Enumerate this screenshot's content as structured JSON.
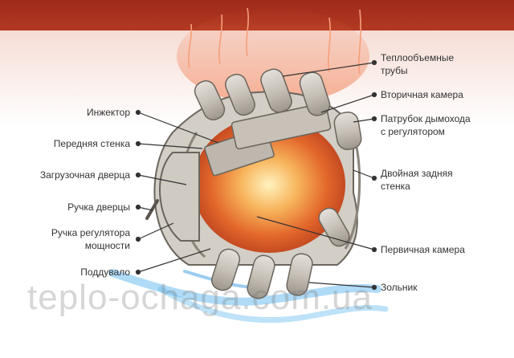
{
  "labels_left": [
    {
      "id": "injector",
      "lines": [
        "Инжектор"
      ]
    },
    {
      "id": "front-wall",
      "lines": [
        "Передняя стенка"
      ]
    },
    {
      "id": "loading-door",
      "lines": [
        "Загрузочная дверца"
      ]
    },
    {
      "id": "door-handle",
      "lines": [
        "Ручка дверцы"
      ]
    },
    {
      "id": "power-handle",
      "lines": [
        "Ручка регулятора",
        "мощности"
      ]
    },
    {
      "id": "ash-pan",
      "lines": [
        "Поддувало"
      ]
    }
  ],
  "labels_right": [
    {
      "id": "heat-pipes",
      "lines": [
        "Теплообъемные",
        "трубы"
      ]
    },
    {
      "id": "secondary-chamber",
      "lines": [
        "Вторичная камера"
      ]
    },
    {
      "id": "chimney-pipe",
      "lines": [
        "Патрубок дымохода",
        "с регулятором"
      ]
    },
    {
      "id": "double-back-wall",
      "lines": [
        "Двойная задняя",
        "стенка"
      ]
    },
    {
      "id": "primary-chamber",
      "lines": [
        "Первичная камера"
      ]
    },
    {
      "id": "grate",
      "lines": [
        "Зольник"
      ]
    }
  ],
  "watermark": "teplo-ochaga.com.ua",
  "colors": {
    "band": "#a8301e",
    "metal": "#c9c4bc",
    "fire": "#f08a3a",
    "cold_air": "#7fc4ee"
  }
}
